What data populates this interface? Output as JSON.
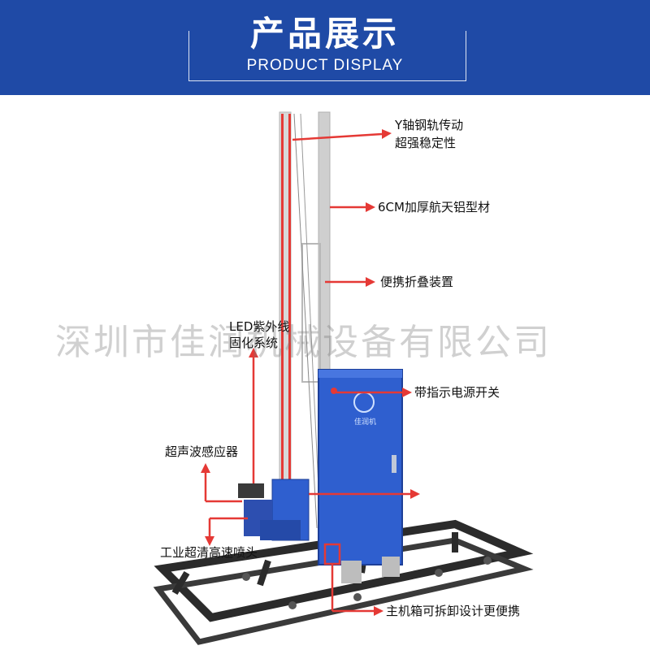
{
  "header": {
    "title_cn": "产品展示",
    "title_en": "PRODUCT DISPLAY"
  },
  "labels": {
    "y_axis_line1": "Y轴钢轨传动",
    "y_axis_line2": "超强稳定性",
    "aluminum": "6CM加厚航天铝型材",
    "folding": "便携折叠装置",
    "led_line1": "LED紫外线",
    "led_line2": "固化系统",
    "power_switch": "带指示电源开关",
    "ultrasonic": "超声波感应器",
    "nozzle": "工业超清高速喷头",
    "mainbox": "主机箱可拆卸设计更便携"
  },
  "watermark": "深圳市佳润机械设备有限公司",
  "cabinet_logo_text": "佳润机",
  "colors": {
    "header_bg": "#1f4aa6",
    "arrow": "#e53935",
    "cabinet": "#2f5fcf",
    "rail": "#2b2b2b"
  }
}
